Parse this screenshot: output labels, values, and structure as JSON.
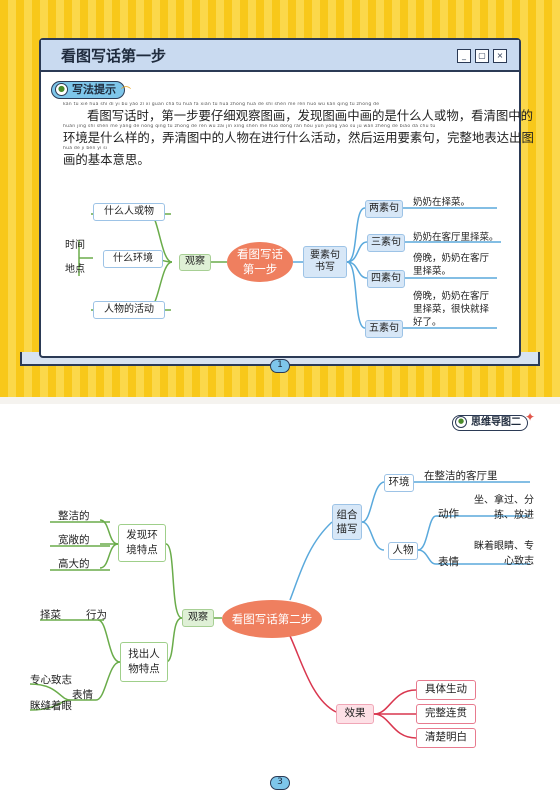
{
  "page1": {
    "window_title": "看图写话第一步",
    "window_buttons": [
      "_",
      "▢",
      "×"
    ],
    "tip_label": "写法提示",
    "paragraph": [
      {
        "pinyin": "kàn  tú  xiě  huà  shí       dì   yī   bù   yào  zǐ   xì   guān  chá  tú   huà        fā  xiàn  tú  huà  zhōng  huà  de  shì  shén me  rén  huò  wù        kàn  qīng  tú  zhōng  de",
        "text": "看图写话时，第一步要仔细观察图画，发现图画中画的是什么人或物，看清图中的"
      },
      {
        "pinyin": "huán jìng  shì  shén  me  yàng  de        nòng  qīng  tú  zhōng  de  rén  wù  zài  jìn  xíng  shén me  huó  dòng        rán  hòu  yùn  yòng  yào  sù  jù        wán  zhěng  de  biǎo  dá  chū  tú",
        "text": "环境是什么样的，弄清图中的人物在进行什么活动，然后运用要素句，完整地表达出图"
      },
      {
        "pinyin": "huà  de  jī  běn  yì  sī",
        "text": "画的基本意思。"
      }
    ],
    "mindmap": {
      "center": "看图写话第一步",
      "observe": "观察",
      "left_nodes": [
        "什么人或物",
        "什么环境",
        "人物的活动"
      ],
      "env_details": [
        "时间",
        "地点"
      ],
      "write_node": "要素句书写",
      "sentence_types": [
        "两素句",
        "三素句",
        "四素句",
        "五素句"
      ],
      "examples": [
        "奶奶在择菜。",
        "奶奶在客厅里择菜。",
        "傍晚，奶奶在客厅里择菜。",
        "傍晚，奶奶在客厅里择菜，很快就择好了。"
      ]
    },
    "page_number": "1"
  },
  "page2": {
    "badge": "思维导图二",
    "mindmap": {
      "center": "看图写话第二步",
      "observe": "观察",
      "find_env": "发现环境特点",
      "env_traits": [
        "整洁的",
        "宽敞的",
        "高大的"
      ],
      "find_person": "找出人物特点",
      "person_action_label": "行为",
      "person_action": "择菜",
      "person_expr_label": "表情",
      "person_exprs": [
        "专心致志",
        "眯缝着眼"
      ],
      "combine": "组合描写",
      "env_label": "环境",
      "env_text": "在整洁的客厅里",
      "person_label": "人物",
      "action_label": "动作",
      "action_text": "坐、拿过、分拣、放进",
      "expr_label": "表情",
      "expr_text": "眯着眼睛、专心致志",
      "effect": "效果",
      "effects": [
        "具体生动",
        "完整连贯",
        "清楚明白"
      ]
    },
    "page_number": "3"
  },
  "colors": {
    "yellow": "#f8c81a",
    "window_blue": "#c9daf0",
    "center_orange": "#ef7f5f",
    "observe_green": "#dff0d6",
    "line_blue": "#5aa9dc",
    "line_green": "#6aac4a",
    "line_red": "#d9374f"
  }
}
